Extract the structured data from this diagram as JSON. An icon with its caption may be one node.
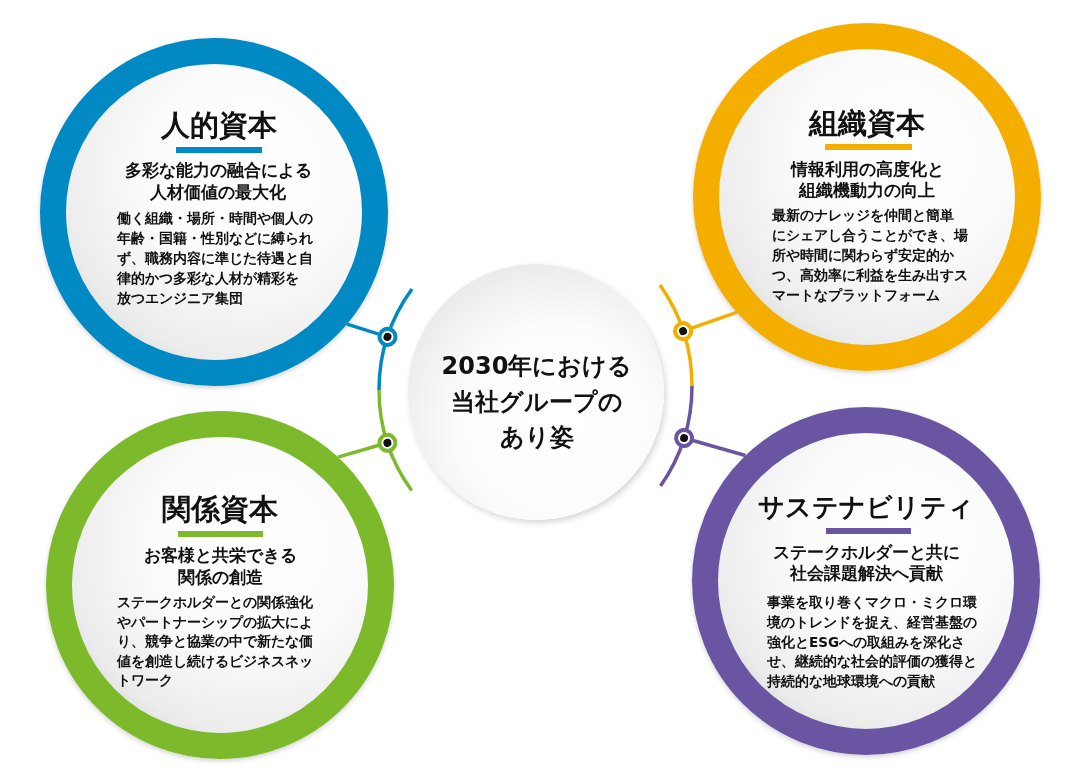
{
  "diagram": {
    "nodes": [
      {
        "text": [
          "人的資本",
          "多彩な能力の融合による人材価値の最大化",
          "働く組織・場所・時間や個人の年齢・国籍・性別などに縛られず、職務内容に準じた待遇と自律的かつ多彩な人材が精彩を放つエンジニア集団"
        ]
      },
      {
        "text": [
          "組織資本",
          "情報利用の高度化と組織機動力の向上",
          "最新のナレッジを仲間と簡単にシェアし合うことができ、場所や時間に関わらず安定的かつ、高効率に利益を生み出すスマートなプラットフォーム"
        ]
      },
      {
        "text": [
          "2030年における当社グループのあり姿"
        ]
      },
      {
        "text": [
          "関係資本",
          "お客様と共栄できる関係の創造",
          "ステークホルダーとの関係強化やパートナーシップの拡大により、競争と協業の中で新たな価値を創造し続けるビジネスネットワーク"
        ]
      },
      {
        "text": [
          "サステナビリティ",
          "ステークホルダーと共に社会課題解決へ貢献",
          "事業を取り巻くマクロ・ミクロ環境のトレンドを捉え、経営基盤の強化とESGへの取組みを深化させ、継続的な社会的評価の獲得と持続的な地球環境への貢献"
        ]
      }
    ],
    "edges": [
      {
        "from": 0,
        "to": 2,
        "arrow": "other",
        "color": "#0089c2"
      },
      {
        "from": 1,
        "to": 2,
        "arrow": "other",
        "color": "#f3ae00"
      },
      {
        "from": 3,
        "to": 2,
        "arrow": "other",
        "color": "#7cb92b"
      },
      {
        "from": 4,
        "to": 2,
        "arrow": "other",
        "color": "#6a55a3"
      }
    ]
  }
}
